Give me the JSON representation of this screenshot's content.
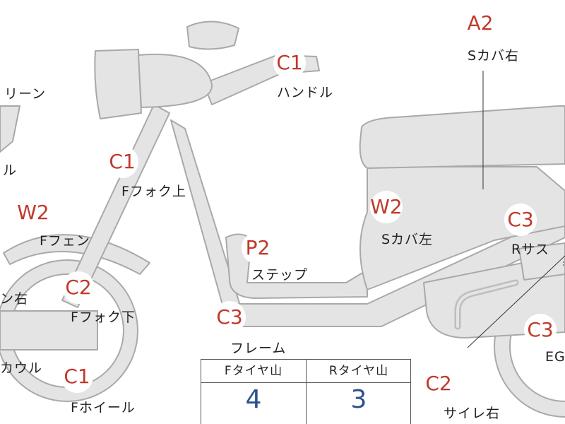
{
  "badges": {
    "a2_saddle_cover_right": "A2",
    "c1_handle": "C1",
    "c1_fork_upper": "C1",
    "w2_front_fender": "W2",
    "c2_fork_lower": "C2",
    "c1_front_wheel": "C1",
    "p2_step": "P2",
    "w2_saddle_cover_left": "W2",
    "c3_frame": "C3",
    "c3_rear_suspension": "C3",
    "c3_engine": "C3",
    "c2_muffler_right": "C2"
  },
  "labels": {
    "saddle_cover_right": "Sカバ右",
    "handle": "ハンドル",
    "screen_partial": "リーン",
    "cowl_partial_top": "ル",
    "fork_upper": "Fフォク上",
    "front_fender": "Fフェン",
    "right_partial": "ン右",
    "fork_lower": "Fフォク下",
    "cowl_partial": "カウル",
    "front_wheel": "Fホイール",
    "step": "ステップ",
    "saddle_cover_left": "Sカバ左",
    "frame": "フレーム",
    "rear_suspension": "Rサス",
    "engine_partial": "EG",
    "muffler_right": "サイレ右"
  },
  "tire_table": {
    "front_header": "Fタイヤ山",
    "rear_header": "Rタイヤ山",
    "front_value": "4",
    "rear_value": "3"
  },
  "colors": {
    "part_fill": "#e4e4e4",
    "part_stroke": "#a9a9a9",
    "badge_text": "#c0392b",
    "table_value": "#2c4f8f"
  }
}
